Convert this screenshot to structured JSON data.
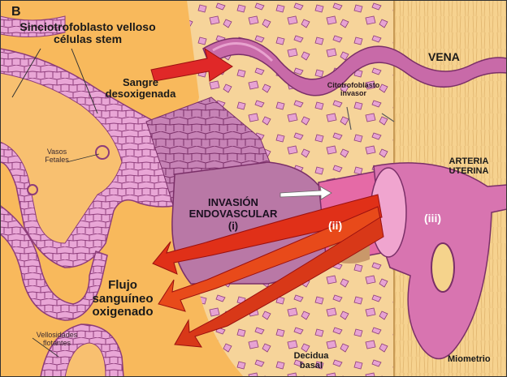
{
  "figure": {
    "panel_letter": "B",
    "labels": {
      "sinciotrofoblasto_line1": "Sinciotrofoblasto velloso",
      "sinciotrofoblasto_line2": "células stem",
      "sangre_line1": "Sangre",
      "sangre_line2": "desoxigenada",
      "vena": "VENA",
      "citotrofoblasto_line1": "Citotrofoblasto",
      "citotrofoblasto_line2": "invasor",
      "vasos_line1": "Vasos",
      "vasos_line2": "Fetales",
      "arteria_line1": "ARTERIA",
      "arteria_line2": "UTERINA",
      "invasion_line1": "INVASIÓN",
      "invasion_line2": "ENDOVASCULAR",
      "invasion_stage": "(i)",
      "stage_ii": "(ii)",
      "stage_iii": "(iii)",
      "flujo_line1": "Flujo",
      "flujo_line2": "sanguíneo",
      "flujo_line3": "oxigenado",
      "vellosidades_line1": "Vellosidades",
      "vellosidades_line2": "flotantes",
      "decidua_line1": "Decidua",
      "decidua_line2": "basal",
      "miometrio": "Miometrio"
    },
    "colors": {
      "intervillous_space": "#f8b95c",
      "decidua": "#f6d49a",
      "myometrium": "#f5d38c",
      "trophoblast_cell": "#e7a3d3",
      "cell_outline": "#8d3c7a",
      "vein": "#c86aa8",
      "artery": "#d874b0",
      "invasion_zone": "#b978a6",
      "oxygenated_flow": "#e03018",
      "deoxygenated_arrow": "#e02828"
    }
  }
}
